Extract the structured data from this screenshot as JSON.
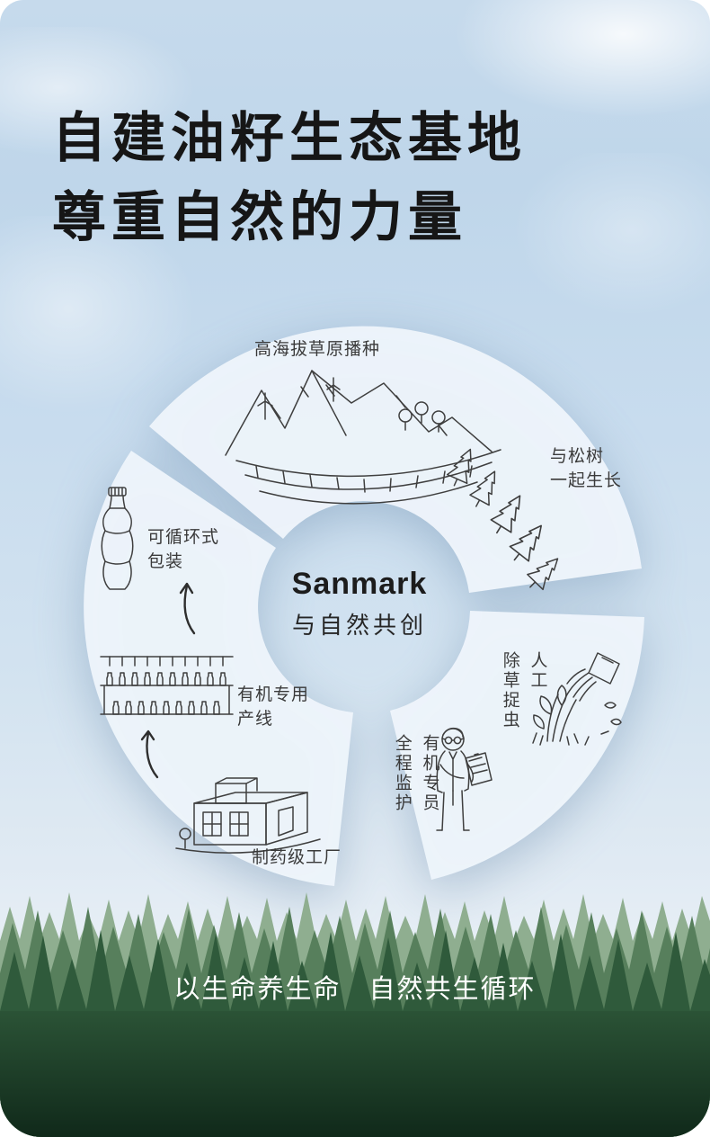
{
  "header": {
    "title_line1": "自建油籽生态基地",
    "title_line2": "尊重自然的力量"
  },
  "cycle": {
    "brand": "Sanmark",
    "tagline": "与自然共创",
    "labels": {
      "sowing": "高海拔草原播种",
      "pine_line1": "与松树",
      "pine_line2": "一起生长",
      "packaging_line1": "可循环式",
      "packaging_line2": "包装",
      "production_line1": "有机专用",
      "production_line2": "产线",
      "factory": "制药级工厂",
      "weeding_col1": "人工",
      "weeding_col2": "除草捉虫",
      "supervision_col1": "有机专员",
      "supervision_col2": "全程监护"
    }
  },
  "footer": {
    "slogan": "以生命养生命　自然共生循环"
  },
  "icons": {
    "mountain-illustration": "hand-drawn highland ridge with wind turbines and terraced fields",
    "pine-trees-illustration": "row of pine trees growing along the arc",
    "bottle-illustration": "recyclable bottle outline",
    "filling-line-illustration": "organic filling production line with bottles",
    "factory-illustration": "pharmaceutical-grade factory building",
    "inspector-illustration": "organic specialist with glasses holding clipboard",
    "hand-weeding-illustration": "hand pulling weeds with leaves",
    "arrow-up-icon": "curved hand-drawn arrow pointing up"
  },
  "colors": {
    "sky_top": "#c6daec",
    "sky_bottom": "#e6eef5",
    "arc_fill": "#eef5fb",
    "title_text": "#161616",
    "label_text": "#3a3a3a",
    "line_art": "#3f3f3f",
    "forest_back": "#8fae90",
    "forest_mid": "#577f5c",
    "forest_front": "#2f5a3b",
    "forest_deep": "#10291a",
    "footer_text": "#ffffff"
  }
}
